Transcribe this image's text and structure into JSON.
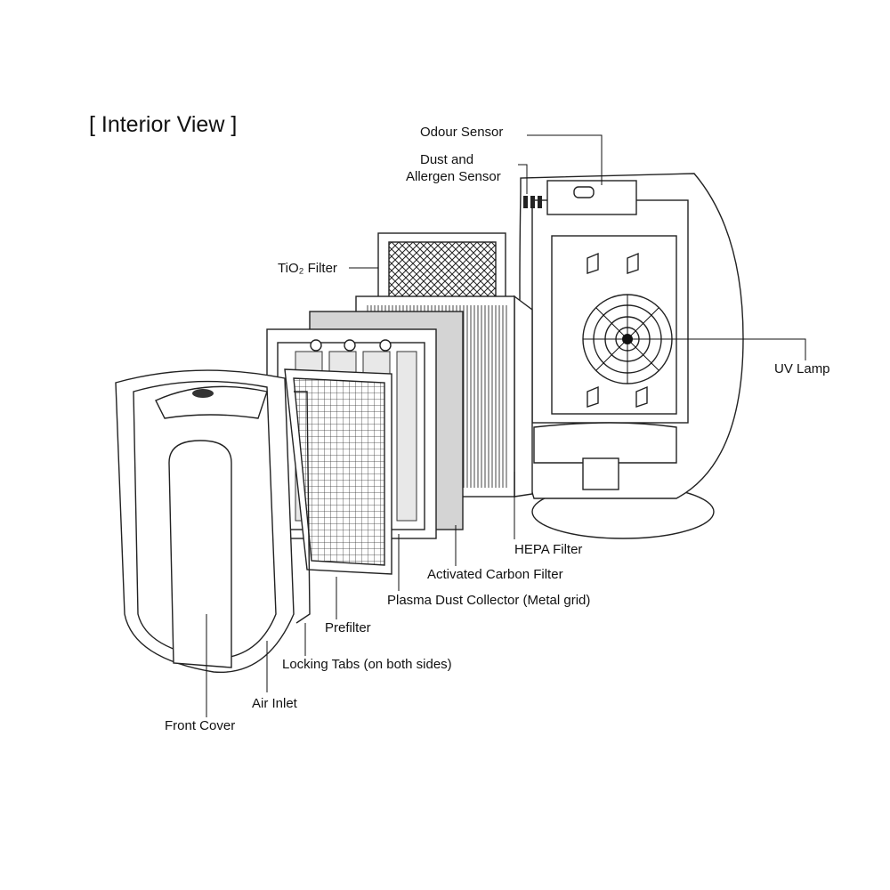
{
  "title": "[ Interior View ]",
  "labels": {
    "odour_sensor": "Odour Sensor",
    "dust_sensor_line1": "Dust and",
    "dust_sensor_line2": "Allergen Sensor",
    "tio2_filter": "TiO₂ Filter",
    "uv_lamp": "UV Lamp",
    "hepa_filter": "HEPA Filter",
    "carbon_filter": "Activated Carbon Filter",
    "plasma_collector": "Plasma Dust Collector (Metal grid)",
    "prefilter": "Prefilter",
    "locking_tabs": "Locking Tabs (on both sides)",
    "air_inlet": "Air Inlet",
    "front_cover": "Front Cover"
  },
  "colors": {
    "line": "#111111",
    "carbon": "#d4d4d4",
    "background": "#ffffff"
  }
}
